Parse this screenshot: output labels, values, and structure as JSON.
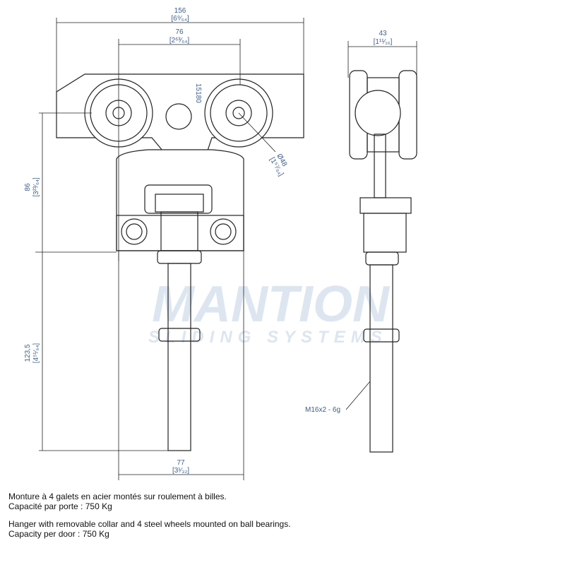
{
  "dimensions": {
    "width_total": "156",
    "width_total_in": "[6⁹⁄₆₄]",
    "wheel_spacing": "76",
    "wheel_spacing_in": "[2⁶³⁄₆₄]",
    "side_width": "43",
    "side_width_in": "[1¹¹⁄₁₆]",
    "upper_height": "86",
    "upper_height_in": "[3²³⁄₆₄]",
    "bolt_height": "123,5",
    "bolt_height_in": "[4⁵¹⁄₆₄]",
    "wheel_dia": "Ø48",
    "wheel_dia_in": "[1⁵⁷⁄₆₄]",
    "plate_width": "77",
    "plate_width_in": "[3¹⁄₃₂]",
    "thread": "M16x2 - 6g"
  },
  "part_number": "15180",
  "watermark": {
    "brand": "MANTION",
    "tagline": "SLIDING SYSTEMS"
  },
  "caption": {
    "fr_line1": "Monture à 4 galets en acier montés sur roulement à billes.",
    "fr_line2": "Capacité par porte : 750 Kg",
    "en_line1": "Hanger with removable collar and 4 steel wheels mounted on ball bearings.",
    "en_line2": "Capacity per door : 750 Kg"
  }
}
